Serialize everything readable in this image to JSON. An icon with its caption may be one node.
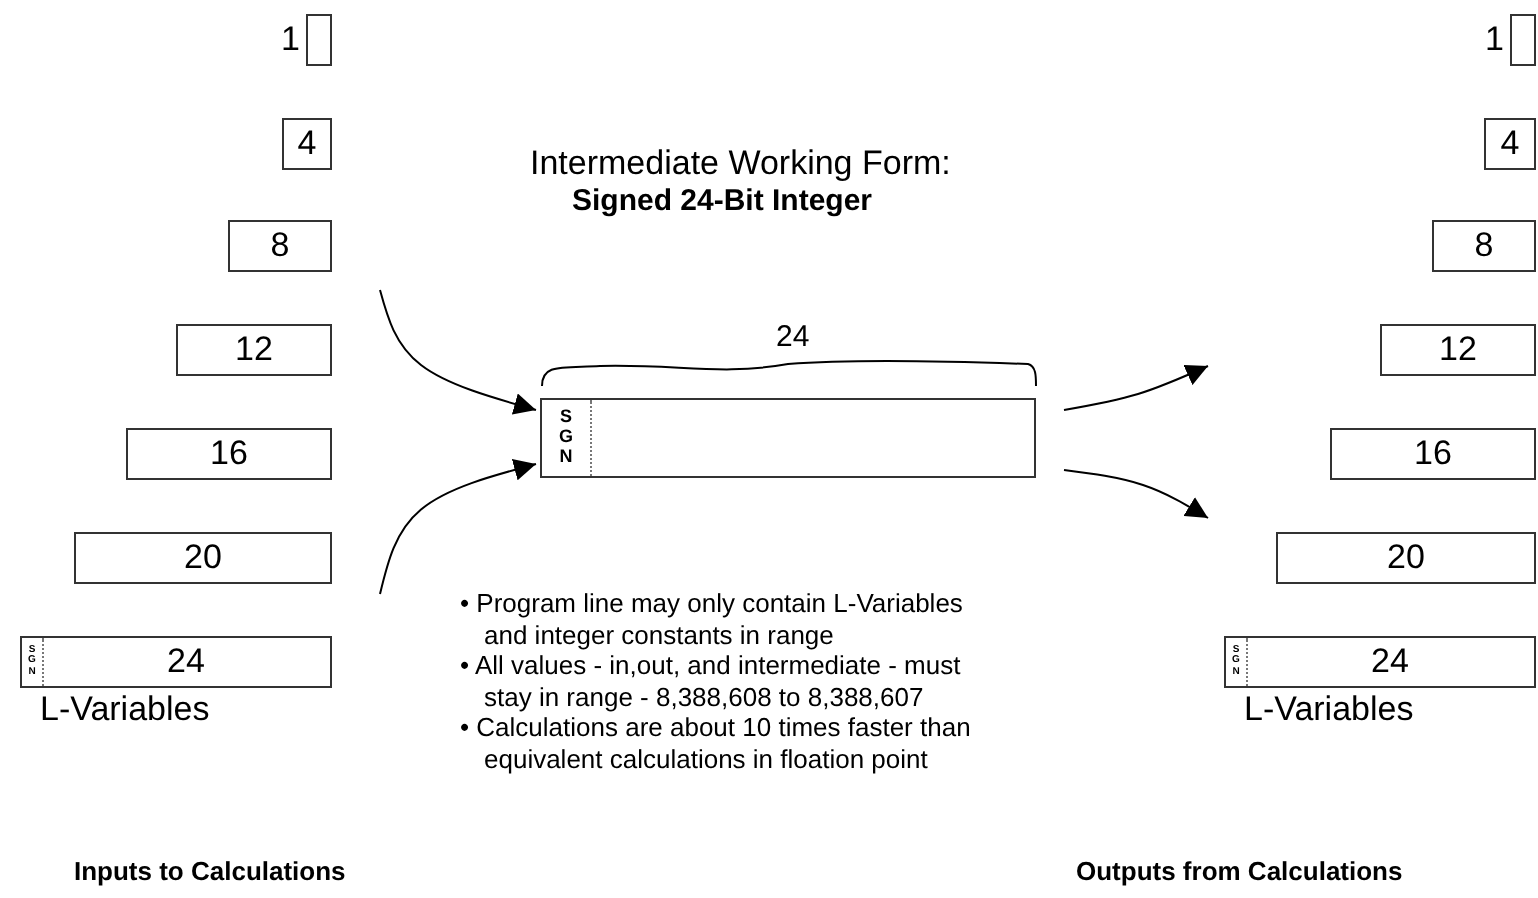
{
  "diagram": {
    "nodes": [
      {
        "text": [
          "1"
        ]
      },
      {
        "text": [
          "4"
        ]
      },
      {
        "text": [
          "8"
        ]
      },
      {
        "text": [
          "12"
        ]
      },
      {
        "text": [
          "16"
        ]
      },
      {
        "text": [
          "20"
        ]
      },
      {
        "text": [
          "S G N",
          "24"
        ],
        "beside": [
          "L-Variables"
        ]
      },
      {
        "text": [
          "S G N"
        ]
      },
      {
        "text": [
          "1"
        ]
      },
      {
        "text": [
          "4"
        ]
      },
      {
        "text": [
          "8"
        ]
      },
      {
        "text": [
          "12"
        ]
      },
      {
        "text": [
          "16"
        ]
      },
      {
        "text": [
          "20"
        ]
      },
      {
        "text": [
          "S G N",
          "24"
        ],
        "beside": [
          "L-Variables"
        ]
      }
    ],
    "edges": [
      {
        "from": null,
        "to": 7,
        "arrow": "to"
      },
      {
        "from": null,
        "to": 7,
        "arrow": "to"
      },
      {
        "from": 7,
        "to": null,
        "arrow": "to"
      },
      {
        "from": 7,
        "to": null,
        "arrow": "to"
      }
    ],
    "labels": [
      "Intermediate Working Form:",
      "Signed 24-Bit Integer",
      "24",
      "• Program line may only contain L-Variables and integer constants in range",
      "• All values - in,out, and intermediate - must stay in range - 8,388,608 to 8,388,607",
      "• Calculations are about 10 times faster than equivalent calculations in floation point",
      "Inputs to Calculations",
      "Outputs from Calculations"
    ]
  }
}
